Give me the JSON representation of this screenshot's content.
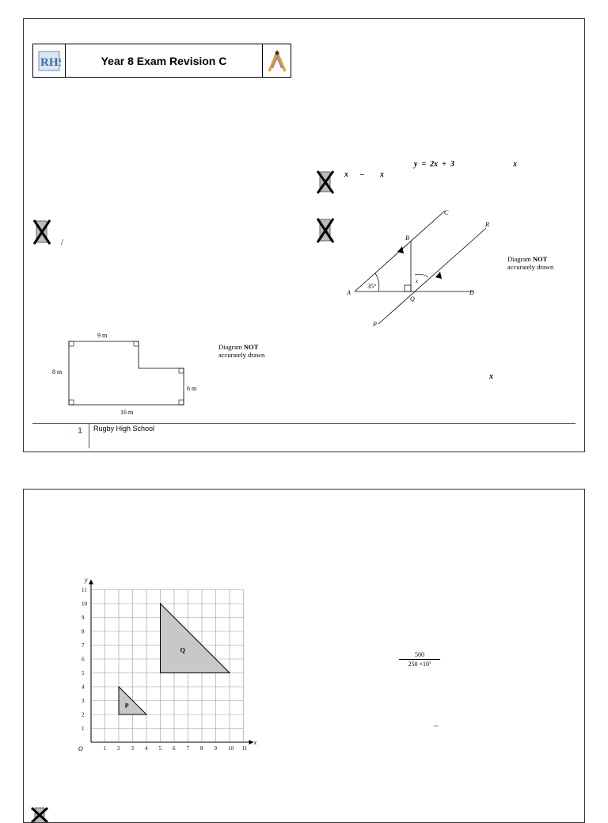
{
  "header": {
    "title": "Year 8 Exam Revision C",
    "logo_text": "RHS"
  },
  "page1": {
    "equation": "y  =  2x  +  3",
    "q_line_x1": "x",
    "q_line_minus": "–",
    "q_line_x2": "x",
    "equation_tail": "x",
    "slash": "/",
    "bottom_x": "x",
    "shape_labels": {
      "top": "9 m",
      "left": "8 m",
      "right": "6 m",
      "bottom": "16 m"
    },
    "diagram_note_prefix": "Diagram ",
    "diagram_note_bold": "NOT",
    "diagram_note_suffix": "accurately drawn",
    "angle_labels": {
      "A": "A",
      "B": "B",
      "C": "C",
      "D": "D",
      "P": "P",
      "Q": "Q",
      "R": "R",
      "angle": "35°",
      "x": "x"
    },
    "footer": {
      "page_number": "1",
      "school": "Rugby High School"
    }
  },
  "page2": {
    "fraction_numerator": "500",
    "fraction_denominator": "250 ×10",
    "fraction_exponent": "3",
    "dash": "–",
    "grid": {
      "x_label": "x",
      "y_label": "y",
      "origin": "O",
      "x_ticks": [
        "1",
        "2",
        "3",
        "4",
        "5",
        "6",
        "7",
        "8",
        "9",
        "10",
        "11"
      ],
      "y_ticks": [
        "1",
        "2",
        "3",
        "4",
        "5",
        "6",
        "7",
        "8",
        "9",
        "10",
        "11"
      ],
      "shape_p_label": "P",
      "shape_q_label": "Q",
      "shape_p": [
        [
          2,
          4
        ],
        [
          2,
          2
        ],
        [
          4,
          2
        ]
      ],
      "shape_q": [
        [
          5,
          10
        ],
        [
          5,
          5
        ],
        [
          10,
          5
        ]
      ]
    }
  },
  "colors": {
    "page_number": "#4a7fb5",
    "shape_fill": "#c8c8c8"
  }
}
